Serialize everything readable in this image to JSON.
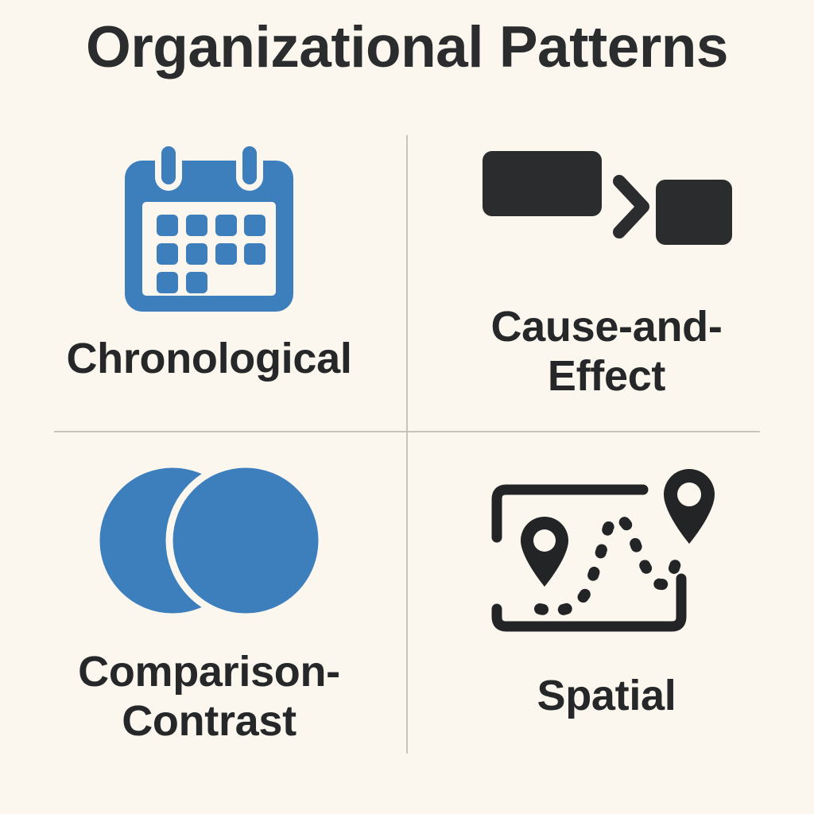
{
  "page": {
    "title": "Organizational Patterns",
    "background_color": "#FBF7EF",
    "accent_blue": "#3D7EBD",
    "ink_dark": "#2B2C2E",
    "divider_color": "#C9C4BB"
  },
  "quadrants": [
    {
      "id": "chronological",
      "label": "Chronological",
      "icon": "calendar-icon",
      "icon_color": "#3D7EBD",
      "position": "top-left"
    },
    {
      "id": "cause-and-effect",
      "label": "Cause-and-Effect",
      "icon": "cause-effect-arrow-icon",
      "icon_color": "#2B2C2E",
      "position": "top-right"
    },
    {
      "id": "comparison-contrast",
      "label": "Comparison-Contrast",
      "icon": "venn-diagram-icon",
      "icon_color": "#3D7EBD",
      "position": "bottom-left"
    },
    {
      "id": "spatial",
      "label": "Spatial",
      "icon": "map-route-pins-icon",
      "icon_color": "#2B2C2E",
      "position": "bottom-right"
    }
  ]
}
